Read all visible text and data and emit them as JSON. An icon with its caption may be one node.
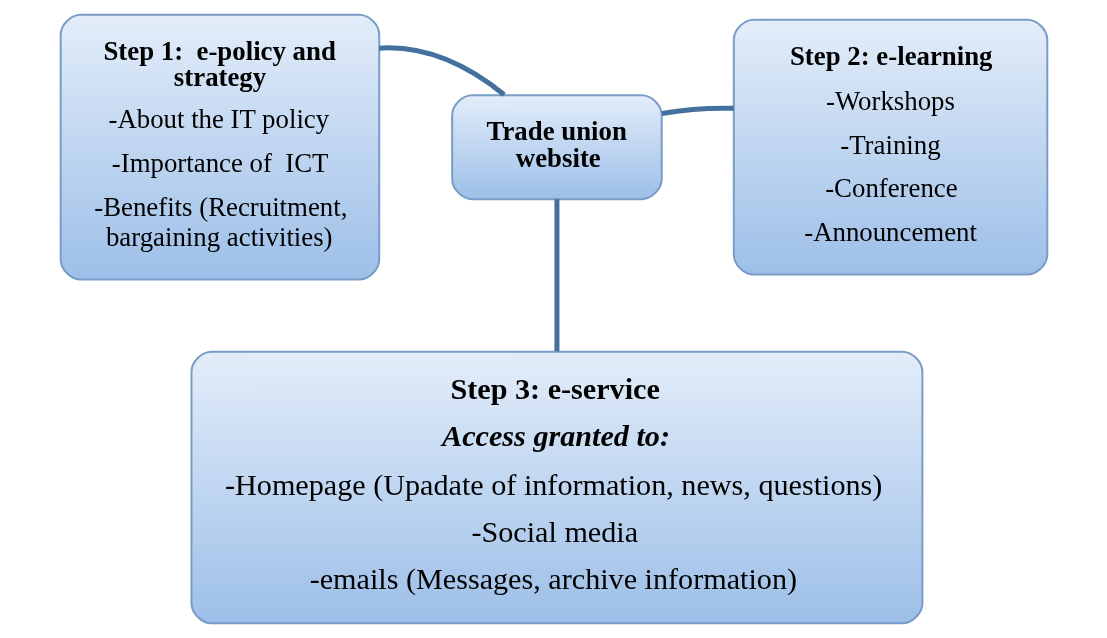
{
  "diagram": {
    "nodes": [
      {
        "text": [
          "Step 1:  e-policy and strategy",
          "-About the IT policy",
          "-Importance of  ICT",
          "-Benefits (Recruitment, bargaining activities)"
        ]
      },
      {
        "text": [
          "Trade union website"
        ]
      },
      {
        "text": [
          "Step 2: e-learning",
          "-Workshops",
          "-Training",
          "-Conference",
          "-Announcement"
        ]
      },
      {
        "text": [
          "Step 3: e-service",
          "Access granted to:",
          "-Homepage (Upadate of information, news, questions)",
          "-Social media",
          "-emails (Messages, archive information)"
        ]
      }
    ],
    "edges": [
      {
        "from": 1,
        "to": 0,
        "arrow": "none"
      },
      {
        "from": 1,
        "to": 2,
        "arrow": "none"
      },
      {
        "from": 1,
        "to": 3,
        "arrow": "none"
      }
    ]
  }
}
